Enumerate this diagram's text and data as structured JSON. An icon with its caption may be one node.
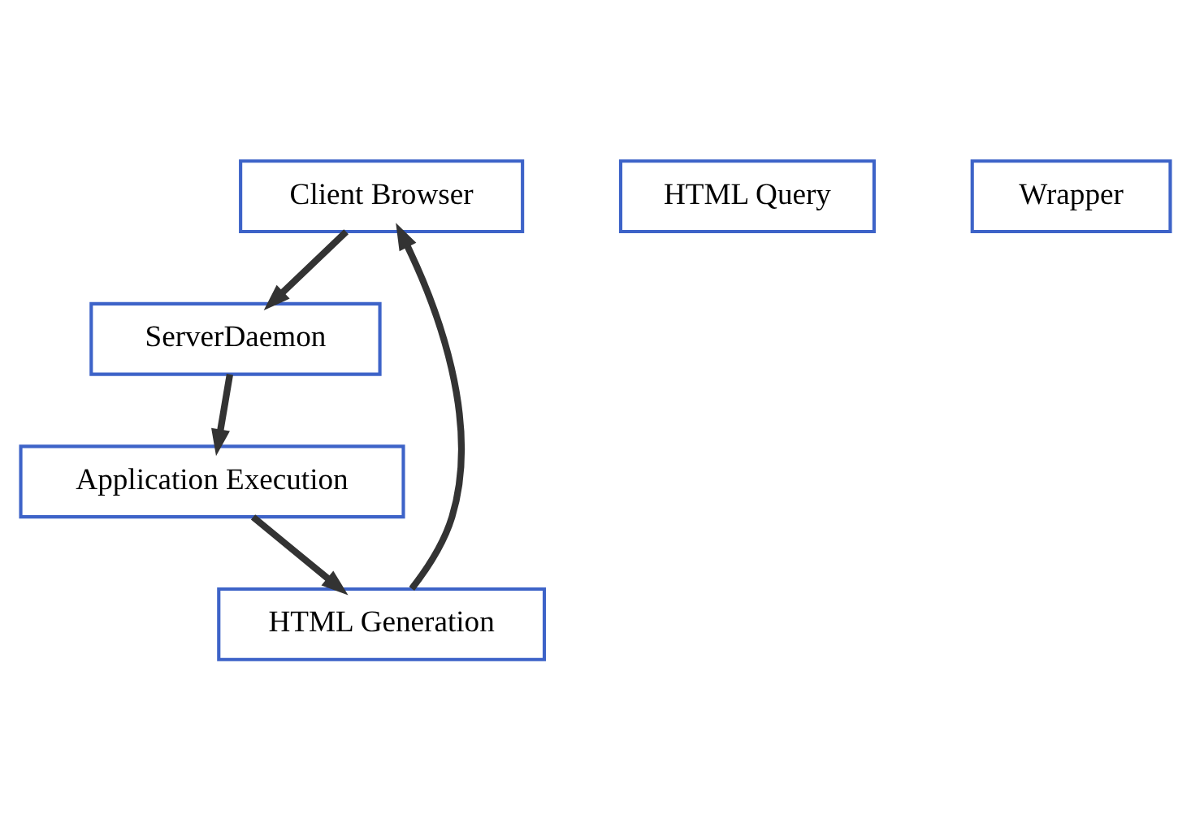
{
  "diagram": {
    "nodes": [
      {
        "text": [
          "Client Browser"
        ]
      },
      {
        "text": [
          "HTML Query"
        ]
      },
      {
        "text": [
          "ServerDaemon"
        ]
      },
      {
        "text": [
          "HTML Generation"
        ]
      },
      {
        "text": [
          "Wrapper"
        ]
      },
      {
        "text": [
          "Application Execution"
        ]
      }
    ],
    "edges": [
      {
        "from": 0,
        "to": 2,
        "arrow": "to"
      },
      {
        "from": 2,
        "to": 5,
        "arrow": "to"
      },
      {
        "from": 5,
        "to": 3,
        "arrow": "to"
      },
      {
        "from": 3,
        "to": 0,
        "arrow": "to"
      }
    ]
  }
}
